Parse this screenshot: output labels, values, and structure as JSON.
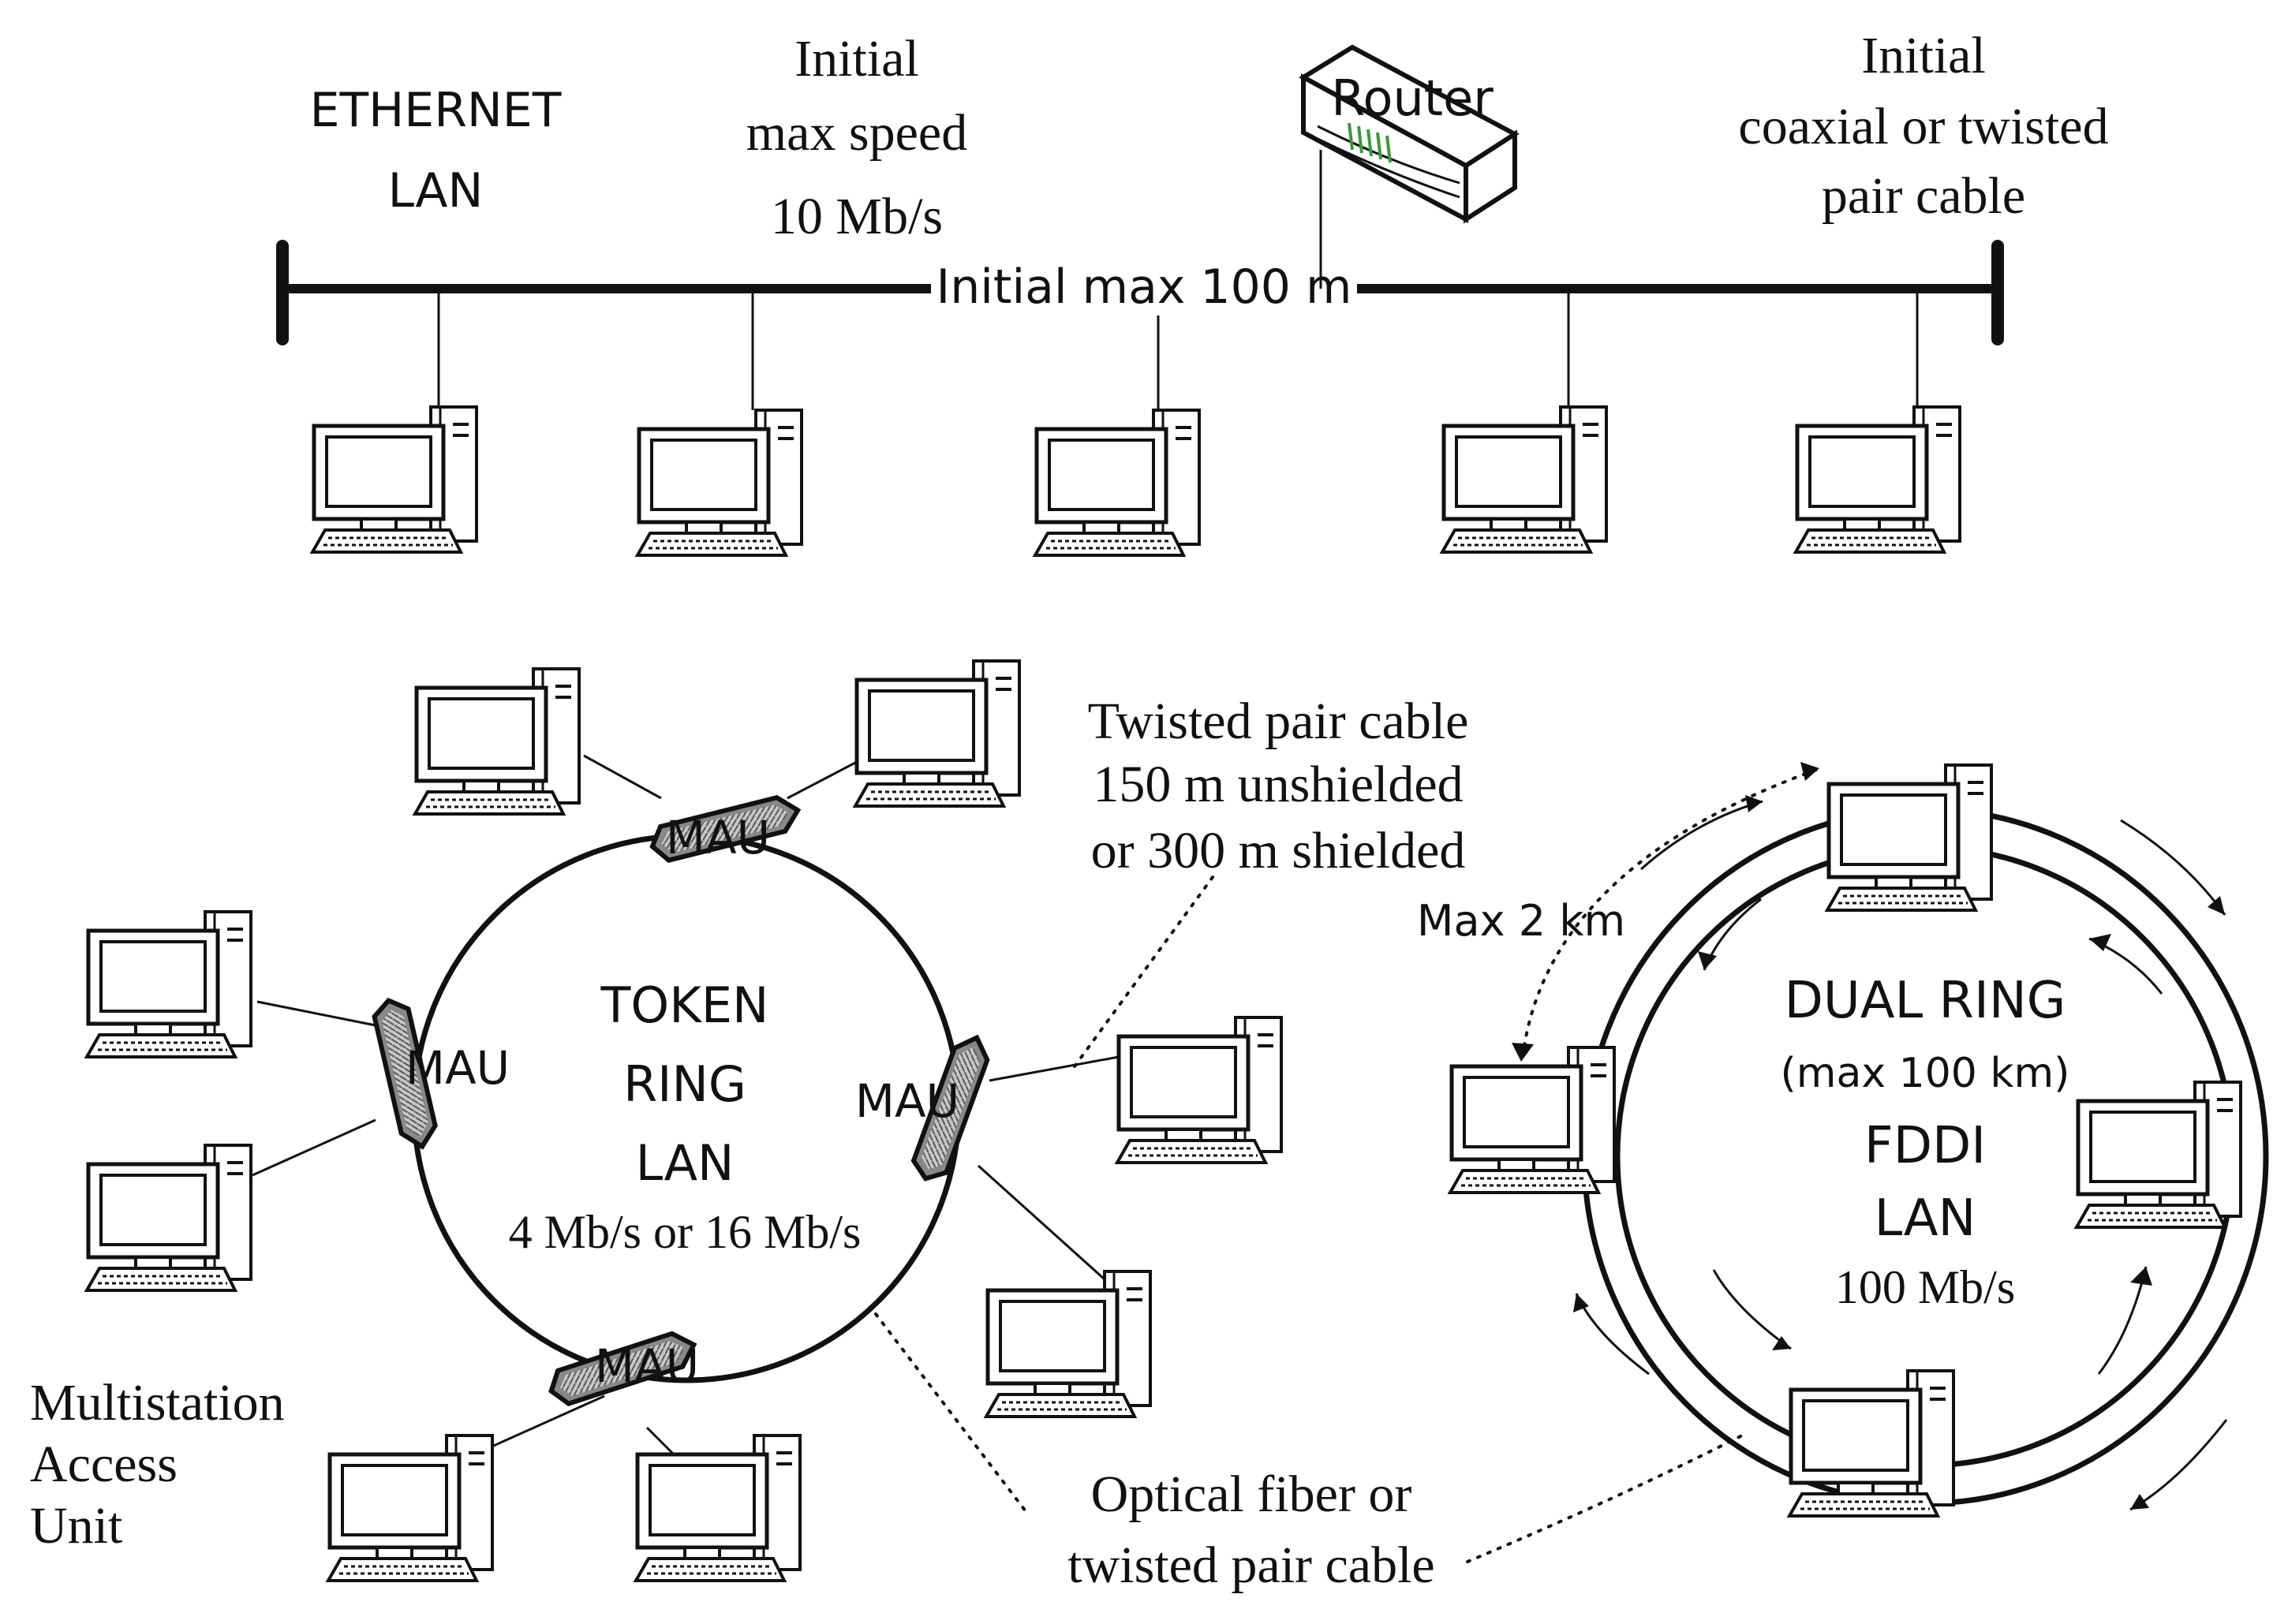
{
  "ethernet": {
    "title_line1": "ETHERNET",
    "title_line2": "LAN",
    "speed_line1": "Initial",
    "speed_line2": "max speed",
    "speed_line3": "10 Mb/s",
    "distance": "Initial max 100 m",
    "cable_line1": "Initial",
    "cable_line2": "coaxial or twisted",
    "cable_line3": "pair cable",
    "router": "Router"
  },
  "token_ring": {
    "name_line1": "TOKEN",
    "name_line2": "RING",
    "name_line3": "LAN",
    "speed": "4 Mb/s or 16 Mb/s",
    "mau": "MAU",
    "cable_line1": "Twisted pair cable",
    "cable_line2": "150 m unshielded",
    "cable_line3": "or 300 m shielded",
    "mau_line1": "Multistation",
    "mau_line2": "Access",
    "mau_line3": "Unit"
  },
  "fddi": {
    "name_line1": "DUAL RING",
    "range": "(max 100 km)",
    "name_line2": "FDDI",
    "name_line3": "LAN",
    "speed": "100 Mb/s",
    "distance": "Max 2 km"
  },
  "shared": {
    "fiber_line1": "Optical fiber or",
    "fiber_line2": "twisted pair cable"
  },
  "colors": {
    "line": "#111111",
    "router_leds": "#3a9a3a",
    "mau_fill": "#9a9a9a"
  }
}
